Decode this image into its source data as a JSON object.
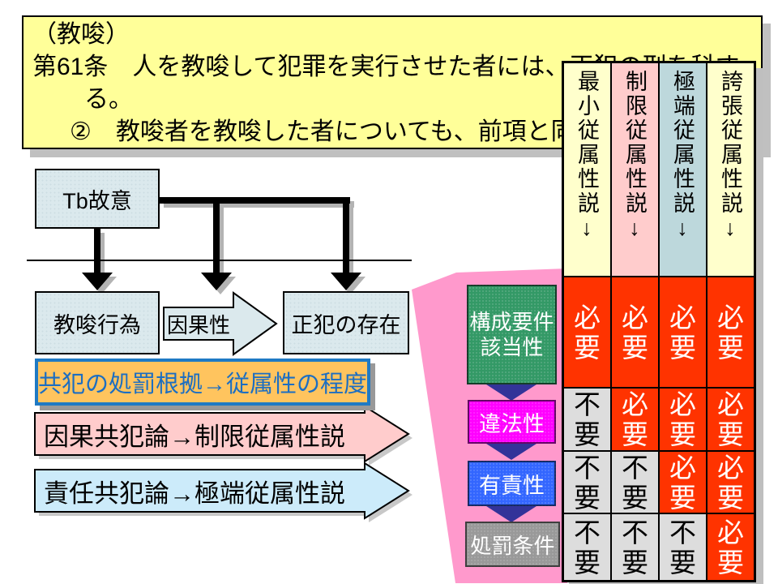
{
  "law_box": {
    "line1": "（教唆）",
    "line2": "第61条　人を教唆して犯罪を実行させた者には、正犯の刑を科す",
    "line3": "る。",
    "line4": "②　教唆者を教唆した者についても、前項と同様とする。"
  },
  "flowchart": {
    "tb_box": "Tb故意",
    "act_box": "教唆行為",
    "causal_arrow": "因果性",
    "principal_box": "正犯の存在"
  },
  "notes": {
    "punish_basis": "共犯の処罰根拠→従属性の程度",
    "causal_theory": "因果共犯論→制限従属性説",
    "responsibility_theory": "責任共犯論→極端従属性説"
  },
  "funnel": {
    "stages": [
      {
        "label": "構成要件該当性",
        "color": "#339966"
      },
      {
        "label": "違法性",
        "color": "#FF00FF"
      },
      {
        "label": "有責性",
        "color": "#3366FF"
      },
      {
        "label": "処罰条件",
        "color": "#999999"
      }
    ]
  },
  "table": {
    "columns": [
      {
        "label": "最小従属性説↓",
        "bg": "#FFFFCC"
      },
      {
        "label": "制限従属性説↓",
        "bg": "#FFCCCC"
      },
      {
        "label": "極端従属性説↓",
        "bg": "#BDD8DC"
      },
      {
        "label": "誇張従属性説↓",
        "bg": "#FFFFCC"
      }
    ],
    "rows": [
      {
        "stage": "構成要件該当性",
        "cells": [
          "必要",
          "必要",
          "必要",
          "必要"
        ]
      },
      {
        "stage": "違法性",
        "cells": [
          "不要",
          "必要",
          "必要",
          "必要"
        ]
      },
      {
        "stage": "有責性",
        "cells": [
          "不要",
          "不要",
          "必要",
          "必要"
        ]
      },
      {
        "stage": "処罰条件",
        "cells": [
          "不要",
          "不要",
          "不要",
          "必要"
        ]
      }
    ],
    "required_label": "必要",
    "not_required_label": "不要",
    "required_color": "#FF3300",
    "not_required_color": "#DDDDDD"
  }
}
